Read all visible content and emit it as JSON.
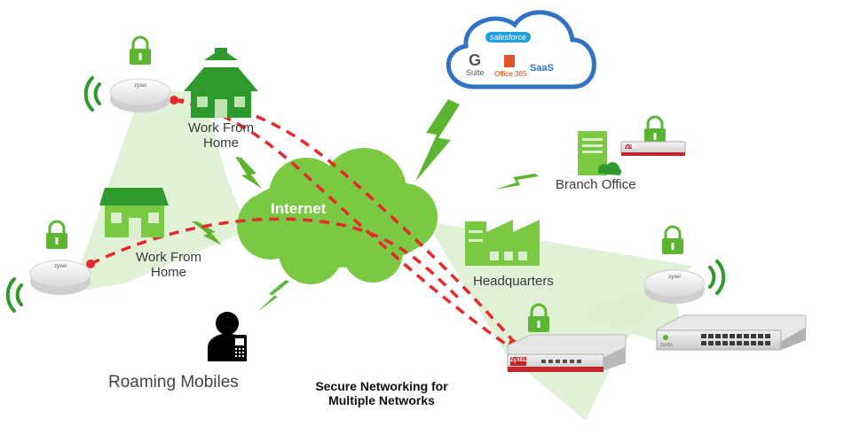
{
  "internet": {
    "label": "Internet"
  },
  "saas_cloud": {
    "services": {
      "salesforce": "salesforce",
      "gsuite_letter": "G",
      "gsuite_label": "Suite",
      "office": "Office 365",
      "saas": "SaaS"
    }
  },
  "sites": {
    "wfh_top": {
      "label_line1": "Work From",
      "label_line2": "Home"
    },
    "wfh_mid": {
      "label_line1": "Work From",
      "label_line2": "Home"
    },
    "branch": {
      "label": "Branch Office",
      "device_brand": "ZyXEL"
    },
    "hq": {
      "label": "Headquarters",
      "device_brand": "ZyXEL",
      "switch_brand": "ZyXEL"
    },
    "roaming": {
      "label": "Roaming Mobiles"
    }
  },
  "caption": {
    "line1": "Secure Networking for",
    "line2": "Multiple Networks"
  },
  "colors": {
    "green_dark": "#2e9a2e",
    "green_light": "#7ac943",
    "green_pale": "#dcefcf",
    "vpn_red": "#e8282b",
    "lock": "#5cb531",
    "cloud_blue": "#2f73c4"
  }
}
